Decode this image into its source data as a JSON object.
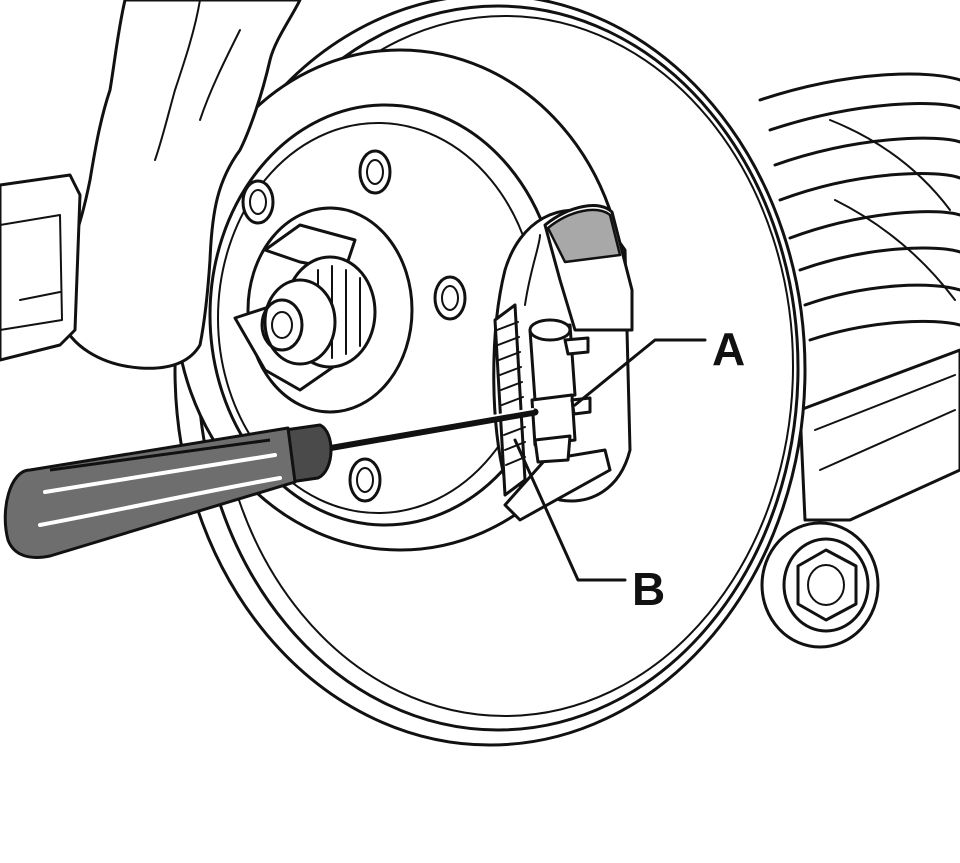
{
  "figure": {
    "callouts": [
      {
        "id": "A",
        "label": "A"
      },
      {
        "id": "B",
        "label": "B"
      }
    ]
  },
  "colors": {
    "ink": "#111111",
    "background": "#ffffff",
    "screwdriver_handle": "#6e6e6e",
    "shoe_pad": "#a8a8a8"
  }
}
